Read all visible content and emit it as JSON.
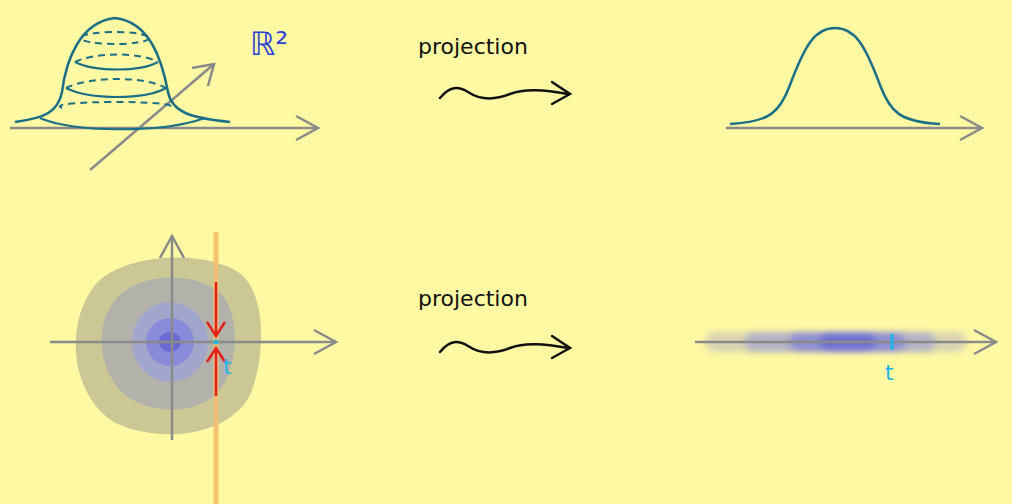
{
  "diagram": {
    "labels": [
      "ℝ²",
      "projection",
      "projection",
      "t",
      "t"
    ]
  }
}
